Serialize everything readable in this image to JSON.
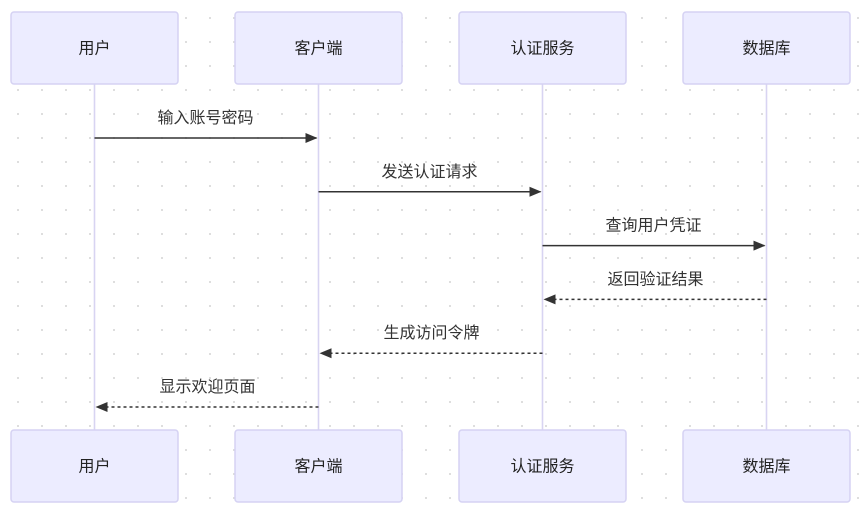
{
  "participants": [
    {
      "id": "user",
      "label": "用户"
    },
    {
      "id": "client",
      "label": "客户端"
    },
    {
      "id": "auth",
      "label": "认证服务"
    },
    {
      "id": "db",
      "label": "数据库"
    }
  ],
  "messages": [
    {
      "from": 0,
      "to": 1,
      "label": "输入账号密码",
      "style": "solid"
    },
    {
      "from": 1,
      "to": 2,
      "label": "发送认证请求",
      "style": "solid"
    },
    {
      "from": 2,
      "to": 3,
      "label": "查询用户凭证",
      "style": "solid"
    },
    {
      "from": 3,
      "to": 2,
      "label": "返回验证结果",
      "style": "dashed"
    },
    {
      "from": 2,
      "to": 1,
      "label": "生成访问令牌",
      "style": "dashed"
    },
    {
      "from": 1,
      "to": 0,
      "label": "显示欢迎页面",
      "style": "dashed"
    }
  ],
  "colors": {
    "actor_fill": "#ECECFF",
    "actor_stroke": "#D5D2F3",
    "lifeline": "#D8D4F2",
    "arrow": "#333333"
  }
}
